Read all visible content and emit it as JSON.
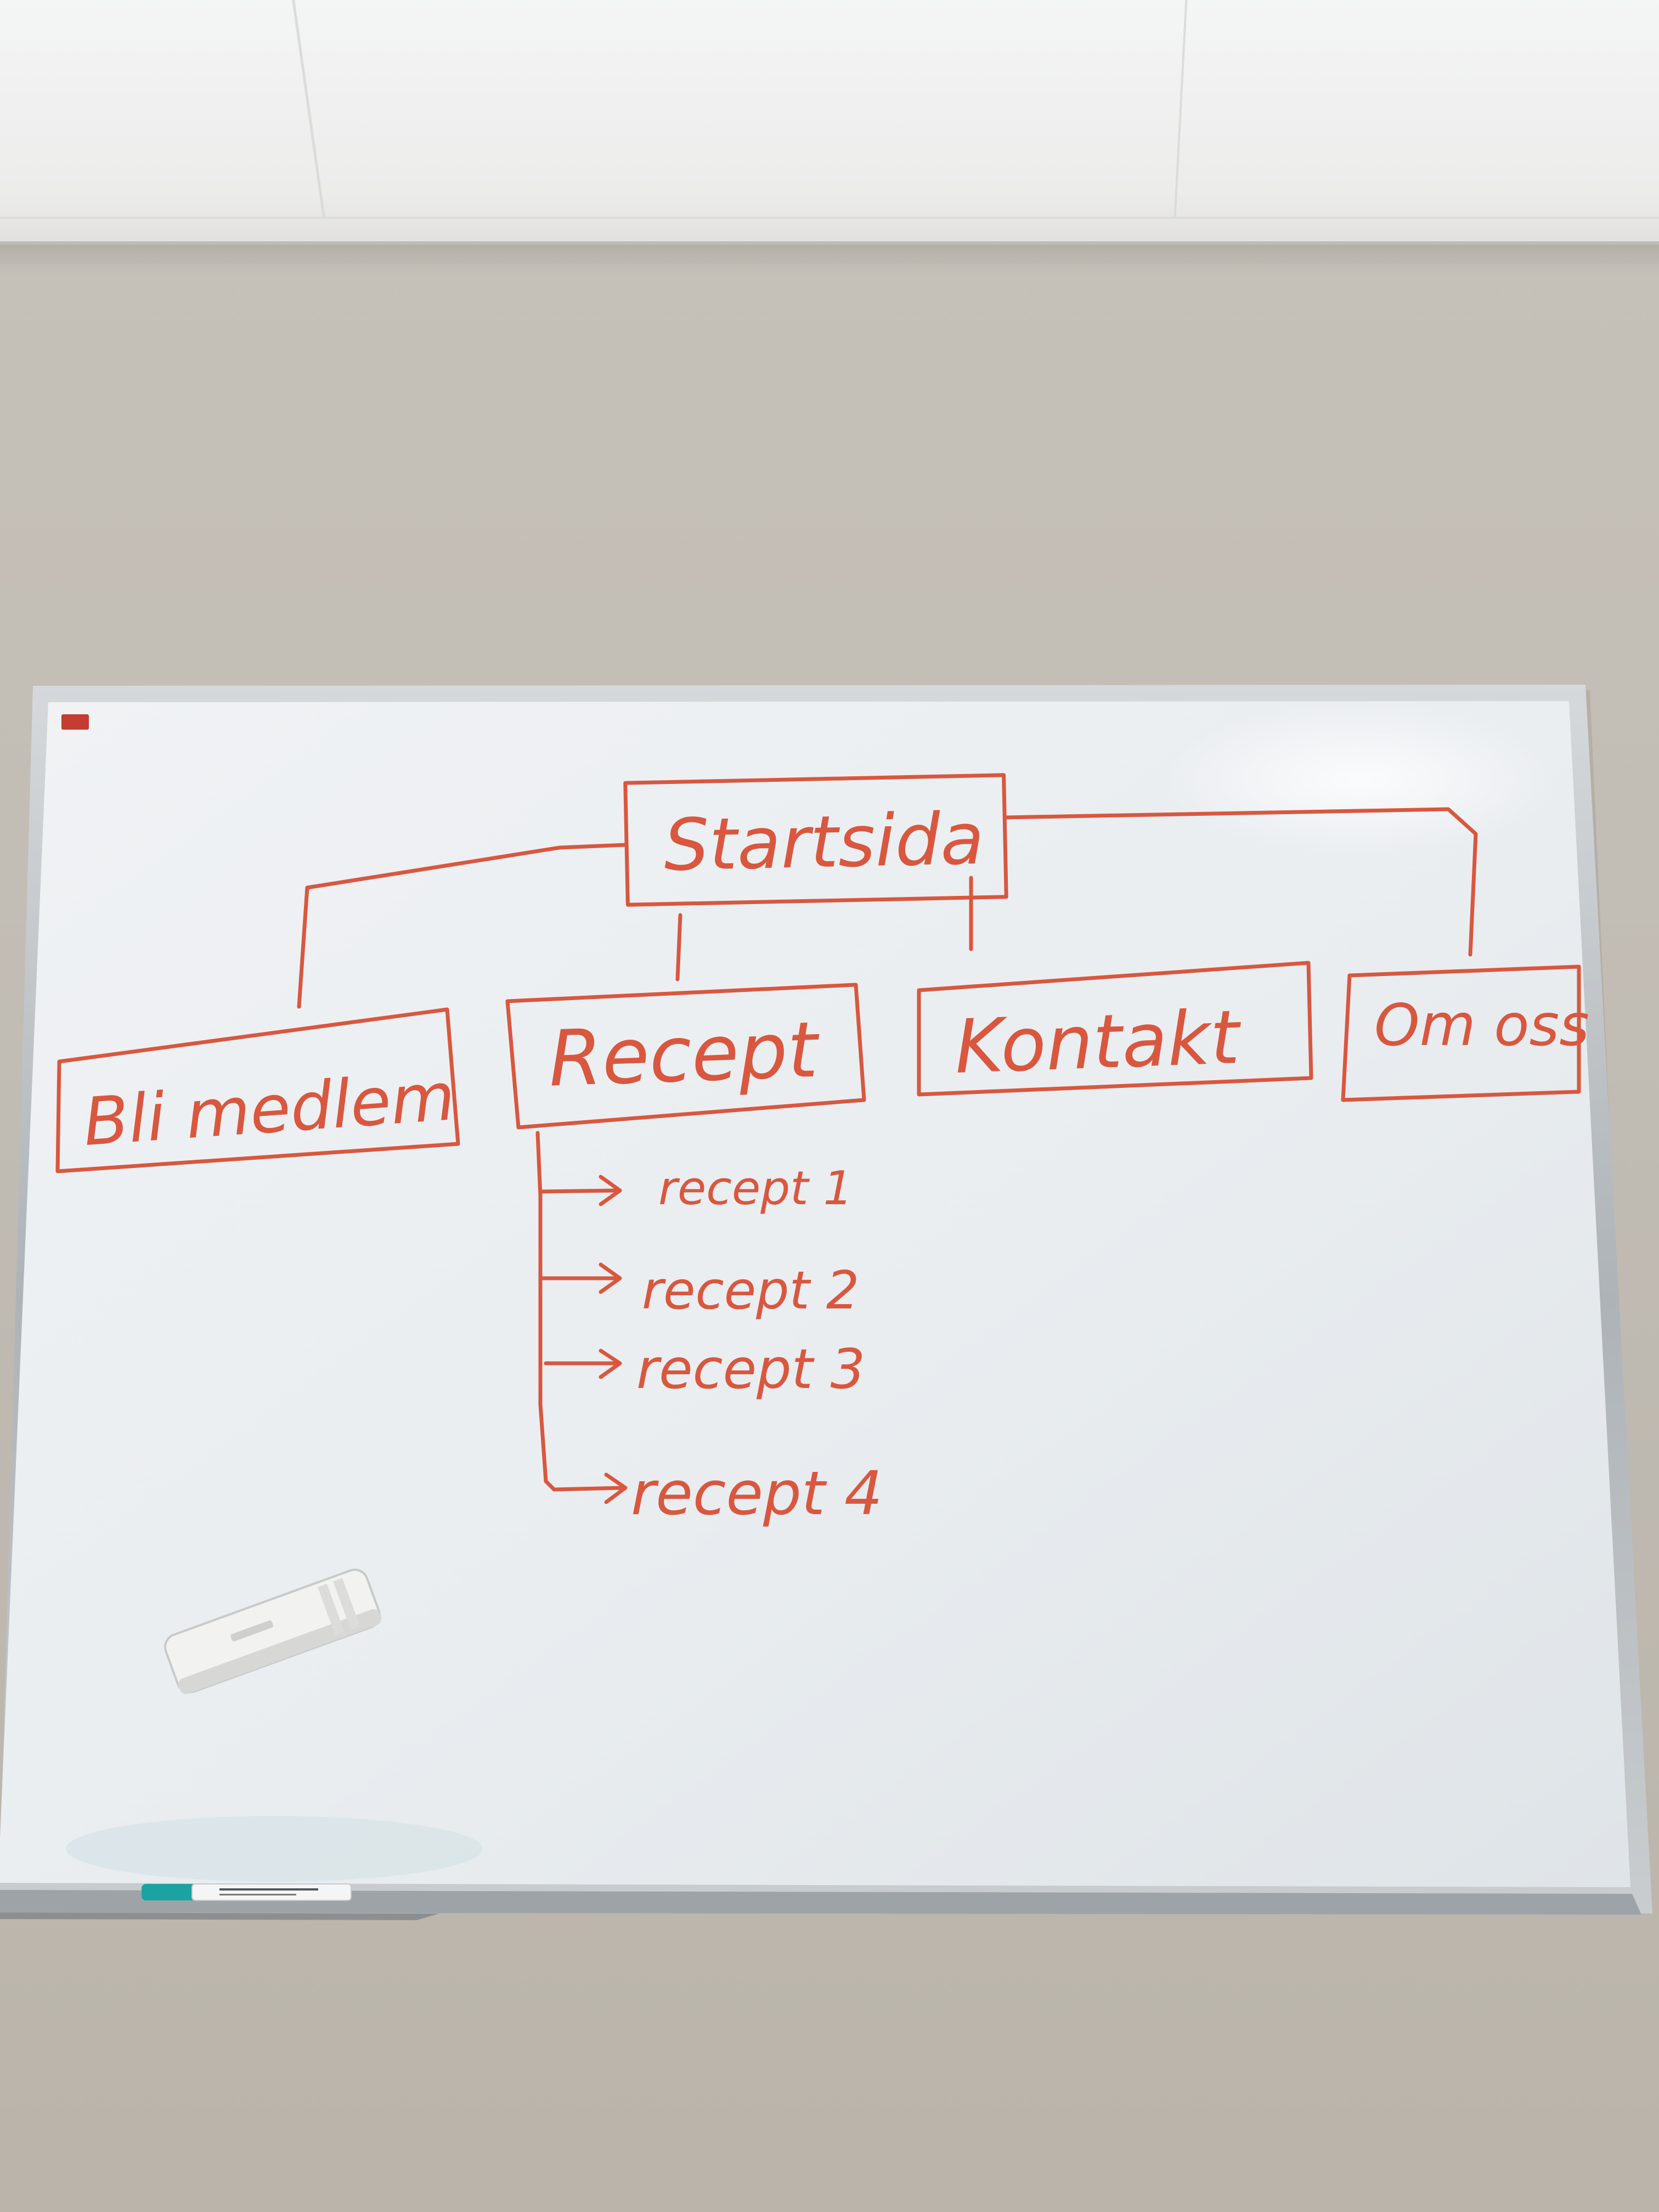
{
  "scene": {
    "description_colors": {
      "wall": "#c2bdb5",
      "ceiling": "#f1f1f0",
      "board_surface": "#eef1f3",
      "frame": "#b4b9bd",
      "marker_ink": "#d9573f",
      "marker_cap": "#1aa3a0"
    }
  },
  "sitemap": {
    "root": "Startsida",
    "children": [
      {
        "label": "Bli medlem"
      },
      {
        "label": "Recept",
        "subitems": [
          "recept 1",
          "recept 2",
          "recept 3",
          "recept 4"
        ]
      },
      {
        "label": "Kontakt"
      },
      {
        "label": "Om oss"
      }
    ]
  }
}
